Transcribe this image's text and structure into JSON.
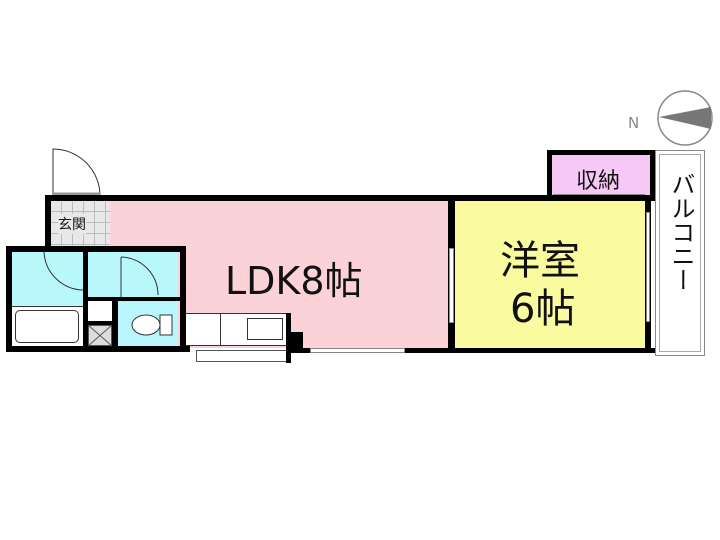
{
  "rooms": {
    "ldk": {
      "label": "LDK8帖",
      "color": "#fcd2d9"
    },
    "western": {
      "line1": "洋室",
      "line2": "6帖",
      "color": "#fafa9e"
    },
    "closet": {
      "label": "収納",
      "color": "#f6c8f6"
    },
    "entrance": {
      "label": "玄関",
      "color": "#e6e6e6"
    },
    "balcony": {
      "label": "バルコニー"
    },
    "wet_color": "#b8f8fc"
  },
  "compass": {
    "label": "N"
  }
}
